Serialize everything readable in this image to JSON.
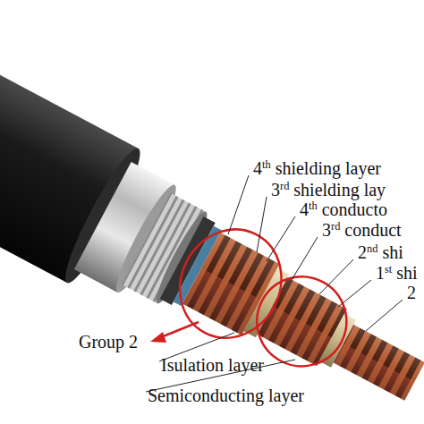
{
  "diagram": {
    "labels": [
      "4th shielding layer",
      "3rd shielding lay",
      "4th conducto",
      "3rd conduct",
      "2nd shi",
      "1st shi",
      "2",
      "Group 2",
      "Isulation layer",
      "Semiconducting layer"
    ]
  }
}
